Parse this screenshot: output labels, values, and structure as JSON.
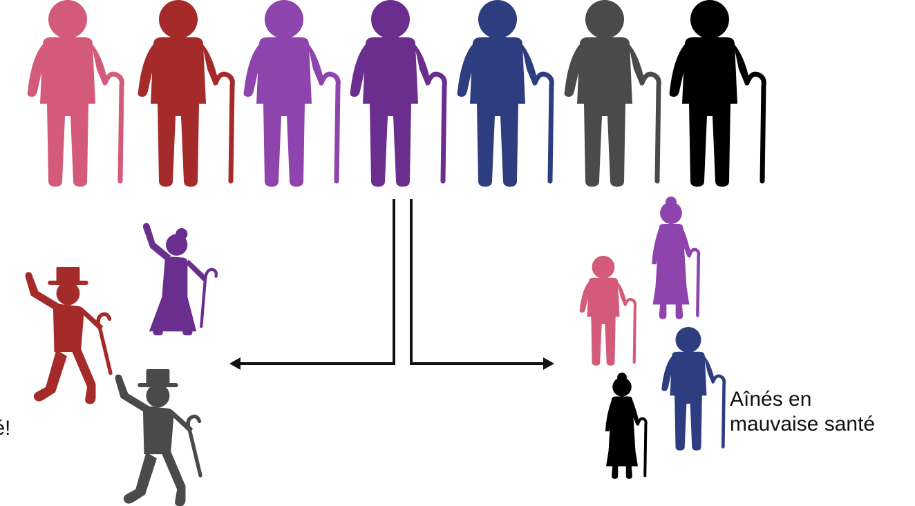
{
  "row_figures": [
    {
      "color": "#d45a7a",
      "icon": "elderly-man-with-cane-icon"
    },
    {
      "color": "#a52a2a",
      "icon": "elderly-man-with-cane-icon"
    },
    {
      "color": "#8e44ad",
      "icon": "elderly-man-with-cane-icon"
    },
    {
      "color": "#6a2e8e",
      "icon": "elderly-man-with-cane-icon"
    },
    {
      "color": "#2e3d80",
      "icon": "elderly-man-with-cane-icon"
    },
    {
      "color": "#4a4a4a",
      "icon": "elderly-man-with-cane-icon"
    },
    {
      "color": "#000000",
      "icon": "elderly-man-with-cane-icon"
    }
  ],
  "healthy_group": {
    "caption": "té!",
    "figures": [
      {
        "color": "#a52a2a",
        "icon": "dancing-man-with-hat-icon"
      },
      {
        "color": "#6a2e8e",
        "icon": "dancing-woman-with-cane-icon"
      },
      {
        "color": "#4a4a4a",
        "icon": "dancing-man-with-hat-icon"
      }
    ]
  },
  "unhealthy_group": {
    "caption_line1": "Aînés en",
    "caption_line2": "mauvaise santé",
    "figures": [
      {
        "color": "#d45a7a",
        "icon": "elderly-man-with-cane-icon"
      },
      {
        "color": "#8e44ad",
        "icon": "elderly-woman-with-cane-icon"
      },
      {
        "color": "#2e3d80",
        "icon": "elderly-man-with-cane-icon"
      },
      {
        "color": "#000000",
        "icon": "elderly-woman-with-cane-icon"
      }
    ]
  },
  "arrow_color": "#111111"
}
